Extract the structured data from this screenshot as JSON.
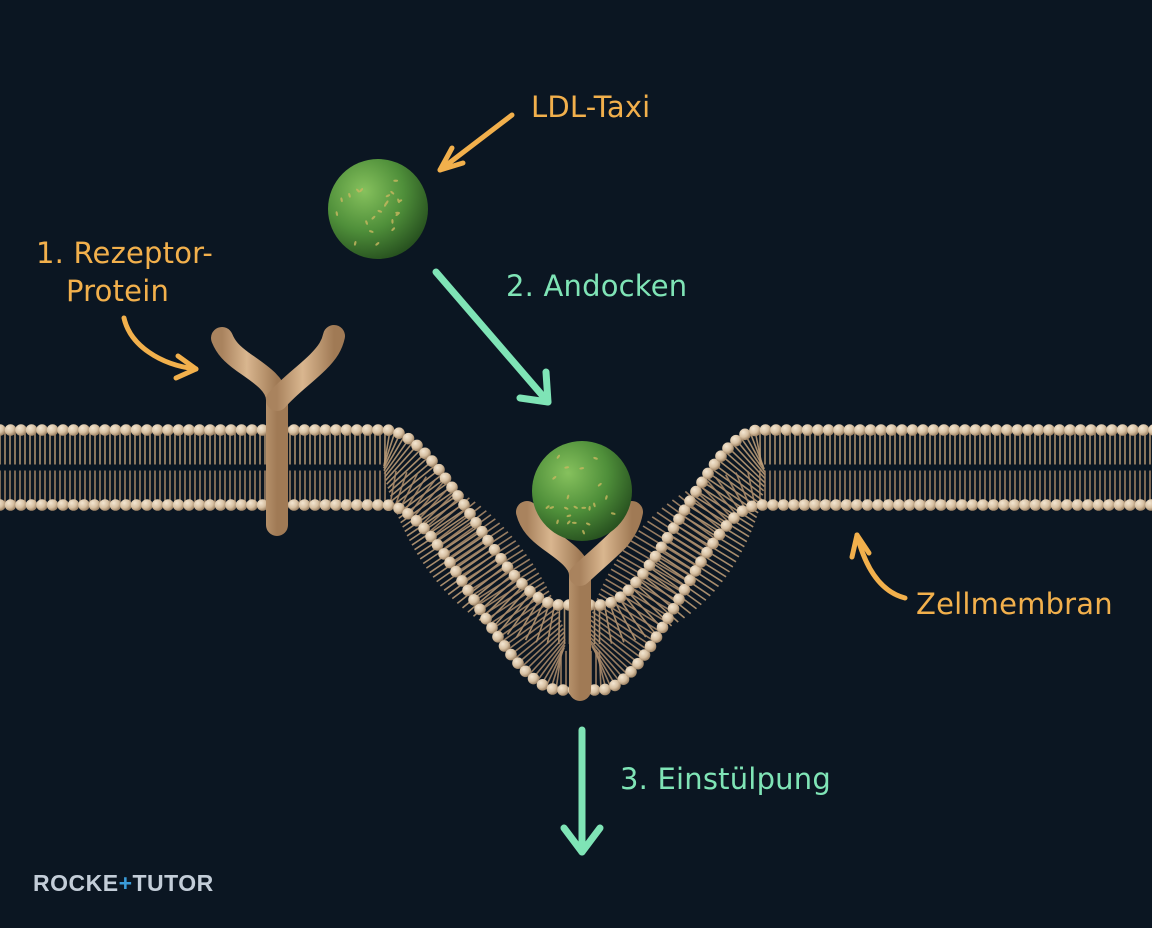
{
  "labels": {
    "ldl_taxi": "LDL-Taxi",
    "andocken": "2. Andocken",
    "rezeptor_line1": "1. Rezeptor-",
    "rezeptor_line2": "Protein",
    "einstuelpung": "3. Einstülpung",
    "zellmembran": "Zellmembran"
  },
  "brand": {
    "part1": "ROCKE",
    "plus": "+",
    "part2": "TUTOR"
  },
  "colors": {
    "background": "#0b1622",
    "label_orange": "#f2b04c",
    "label_mint": "#7fe4b6",
    "membrane_head": "#d7c0a2",
    "membrane_tail": "#b99a76",
    "receptor": "#c9a47e",
    "ldl_particle": "#4f8f3a",
    "brand_accent": "#3a9bd8"
  },
  "icons": {
    "ldl_arrow": "arrow-icon",
    "rezeptor_arrow": "curved-arrow-icon",
    "zell_arrow": "curved-arrow-icon",
    "andocken_arrow": "arrow-down-right-icon",
    "einst_arrow": "arrow-down-icon"
  }
}
